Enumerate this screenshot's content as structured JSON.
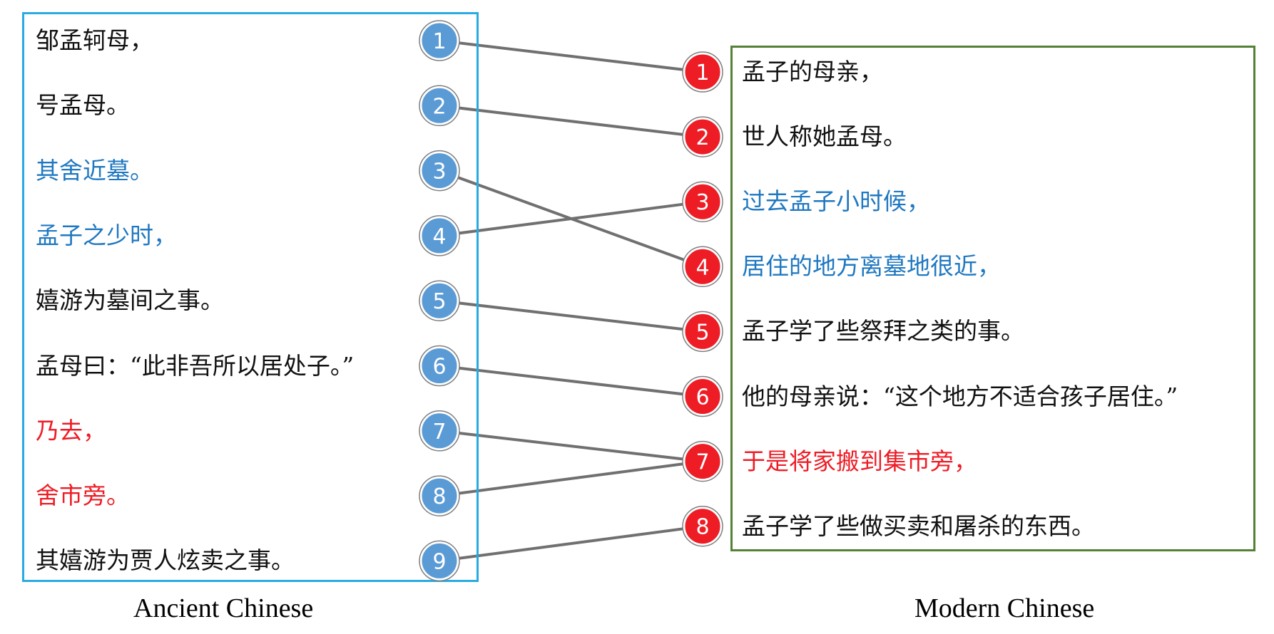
{
  "colors": {
    "black": "#111111",
    "blue": "#1f78c1",
    "red": "#ee1c25",
    "ancient_marker_fill": "#5b9bd5",
    "modern_marker_fill": "#ee1c25",
    "ancient_box": "#29abe2",
    "modern_box": "#538135",
    "link": "#707070"
  },
  "ancient": {
    "caption": "Ancient Chinese",
    "sentences": [
      {
        "num": "1",
        "text": "邹孟轲母，",
        "color": "black"
      },
      {
        "num": "2",
        "text": "号孟母。",
        "color": "black"
      },
      {
        "num": "3",
        "text": "其舍近墓。",
        "color": "blue"
      },
      {
        "num": "4",
        "text": "孟子之少时，",
        "color": "blue"
      },
      {
        "num": "5",
        "text": "嬉游为墓间之事。",
        "color": "black"
      },
      {
        "num": "6",
        "text": "孟母曰：“此非吾所以居处子。”",
        "color": "black"
      },
      {
        "num": "7",
        "text": "乃去，",
        "color": "red"
      },
      {
        "num": "8",
        "text": "舍市旁。",
        "color": "red"
      },
      {
        "num": "9",
        "text": "其嬉游为贾人炫卖之事。",
        "color": "black"
      }
    ]
  },
  "modern": {
    "caption": "Modern Chinese",
    "sentences": [
      {
        "num": "1",
        "text": "孟子的母亲，",
        "color": "black"
      },
      {
        "num": "2",
        "text": "世人称她孟母。",
        "color": "black"
      },
      {
        "num": "3",
        "text": "过去孟子小时候，",
        "color": "blue"
      },
      {
        "num": "4",
        "text": "居住的地方离墓地很近，",
        "color": "blue"
      },
      {
        "num": "5",
        "text": "孟子学了些祭拜之类的事。",
        "color": "black"
      },
      {
        "num": "6",
        "text": "他的母亲说：“这个地方不适合孩子居住。”",
        "color": "black"
      },
      {
        "num": "7",
        "text": "于是将家搬到集市旁，",
        "color": "red"
      },
      {
        "num": "8",
        "text": "孟子学了些做买卖和屠杀的东西。",
        "color": "black"
      }
    ]
  },
  "alignments": [
    [
      1,
      1
    ],
    [
      2,
      2
    ],
    [
      3,
      4
    ],
    [
      4,
      3
    ],
    [
      5,
      5
    ],
    [
      6,
      6
    ],
    [
      7,
      7
    ],
    [
      8,
      7
    ],
    [
      9,
      8
    ]
  ]
}
